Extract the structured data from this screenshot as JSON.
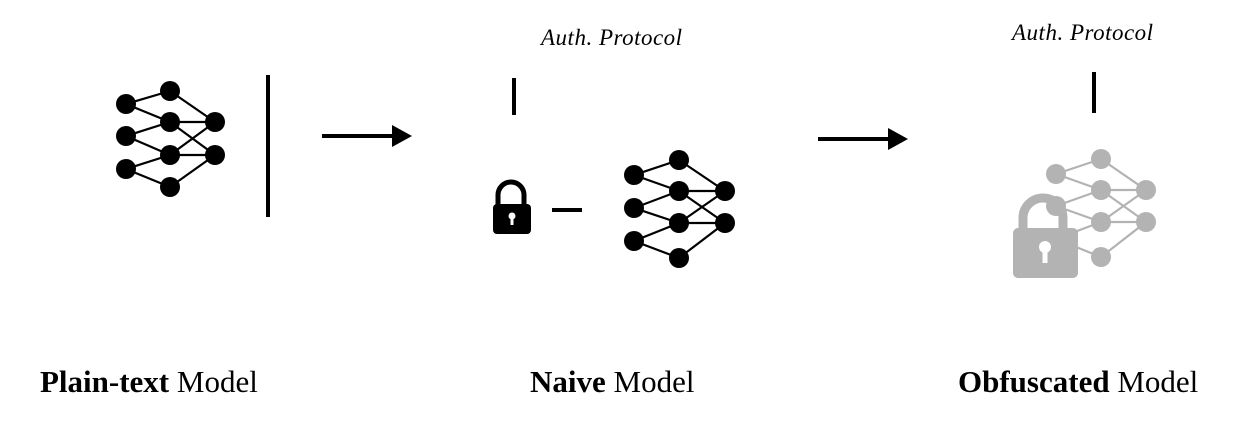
{
  "panels": {
    "plaintext": {
      "bold": "Plain-text",
      "rest": " Model"
    },
    "naive": {
      "bold": "Naive",
      "rest": " Model",
      "protocol": "Auth. Protocol"
    },
    "obfuscated": {
      "bold": "Obfuscated",
      "rest": " Model",
      "protocol": "Auth. Protocol"
    }
  },
  "colors": {
    "ink": "#000000",
    "faded": "#b3b3b3"
  },
  "icons": [
    "neural-network-icon",
    "lock-icon",
    "arrow-right-icon"
  ]
}
